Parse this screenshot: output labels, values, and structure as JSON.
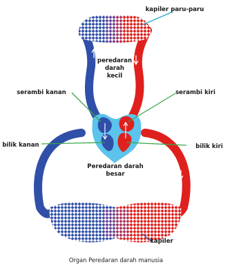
{
  "labels": {
    "kapiler_paru": "kapiler paru-paru",
    "peredaran_kecil_1": "peredaran",
    "peredaran_kecil_2": "darah",
    "peredaran_kecil_3": "kecil",
    "serambi_kanan": "serambi kanan",
    "serambi_kiri": "serambi kiri",
    "bilik_kanan": "bilik kanan",
    "bilik_kiri": "bilik kiri",
    "peredaran_besar_1": "Peredaran darah",
    "peredaran_besar_2": "besar",
    "kapiler": "kapiler"
  },
  "caption": "Organ Peredaran darah manusia",
  "colors": {
    "deoxygenated": "#2f4fa8",
    "oxygenated": "#e0201c",
    "heart_blue": "#5bc3ec",
    "leader_blue": "#2aa7c9",
    "leader_green": "#3aa64a"
  }
}
